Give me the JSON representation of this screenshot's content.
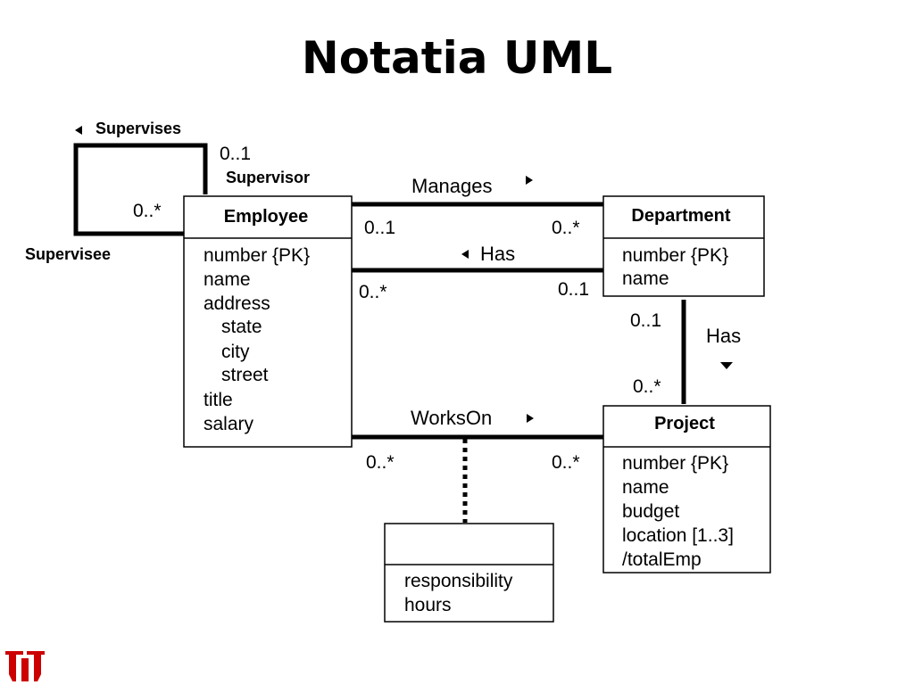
{
  "title": "Notatia UML",
  "classes": {
    "employee": {
      "name": "Employee",
      "attributes": [
        "number {PK}",
        "name",
        "address",
        "state",
        "city",
        "street",
        "title",
        "salary"
      ]
    },
    "department": {
      "name": "Department",
      "attributes": [
        "number {PK}",
        "name"
      ]
    },
    "project": {
      "name": "Project",
      "attributes": [
        "number {PK}",
        "name",
        "budget",
        "location [1..3]",
        "/totalEmp"
      ]
    },
    "association_class": {
      "name": "",
      "attributes": [
        "responsibility",
        "hours"
      ]
    }
  },
  "associations": {
    "supervises": {
      "label": "Supervises",
      "direction_arrow": "left",
      "role_supervisor": "Supervisor",
      "role_supervisee": "Supervisee",
      "mult_supervisor": "0..1",
      "mult_supervisee": "0..*"
    },
    "manages": {
      "label": "Manages",
      "direction_arrow": "right",
      "mult_employee": "0..1",
      "mult_department": "0..*"
    },
    "has_emp_dept": {
      "label": "Has",
      "direction_arrow": "left",
      "mult_employee": "0..*",
      "mult_department": "0..1"
    },
    "has_dept_proj": {
      "label": "Has",
      "direction_arrow": "down",
      "mult_department": "0..1",
      "mult_project": "0..*"
    },
    "works_on": {
      "label": "WorksOn",
      "direction_arrow": "right",
      "mult_employee": "0..*",
      "mult_project": "0..*"
    }
  },
  "logo": {
    "icon": "university-logo-icon",
    "color": "#cc0000"
  }
}
